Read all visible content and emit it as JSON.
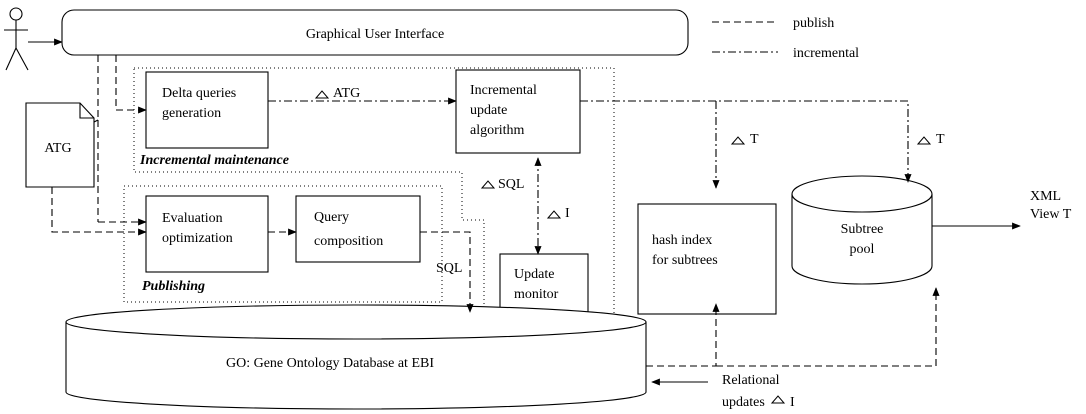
{
  "legend": {
    "publish": "publish",
    "incremental": "incremental"
  },
  "gui": "Graphical User Interface",
  "atg_doc": "ATG",
  "delta_queries": [
    "Delta queries",
    "generation"
  ],
  "incremental_update": [
    "Incremental",
    "update",
    "algorithm"
  ],
  "evaluation": [
    "Evaluation",
    "optimization"
  ],
  "query_composition": [
    "Query",
    "composition"
  ],
  "update_monitor": [
    "Update",
    "monitor"
  ],
  "hash_index": [
    "hash index",
    "for subtrees"
  ],
  "subtree_pool": [
    "Subtree",
    "pool"
  ],
  "database": "GO:  Gene Ontology Database at EBI",
  "group_incremental": "Incremental maintenance",
  "group_publishing": "Publishing",
  "labels": {
    "delta_atg": "ATG",
    "delta_t1": "T",
    "delta_t2": "T",
    "delta_sql": "SQL",
    "delta_i": "I",
    "sql": "SQL",
    "xml": [
      "XML",
      "View T"
    ],
    "relational": [
      "Relational",
      "updates"
    ],
    "relational_i": "I"
  }
}
